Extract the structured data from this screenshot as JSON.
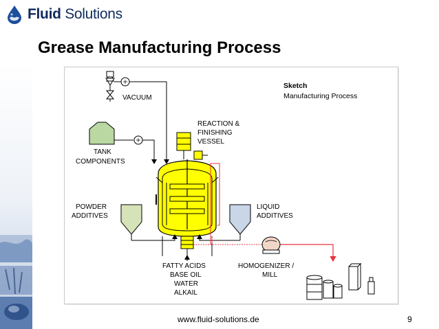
{
  "brand": {
    "name_bold": "Fluid",
    "name_light": " Solutions",
    "logo_icon": "water-drop-icon",
    "color": "#0f2a5c"
  },
  "title": "Grease Manufacturing Process",
  "diagram": {
    "sketch_title": "Sketch",
    "sketch_subtitle": "Manufacturing Process",
    "vacuum": "VACUUM",
    "reactor_line1": "REACTION &",
    "reactor_line2": "FINISHING",
    "reactor_line3": "VESSEL",
    "tank_line1": "TANK",
    "tank_line2": "COMPONENTS",
    "powder_line1": "POWDER",
    "powder_line2": "ADDITIVES",
    "liquid_line1": "LIQUID",
    "liquid_line2": "ADDITIVES",
    "feed_line1": "FATTY ACIDS",
    "feed_line2": "BASE OIL",
    "feed_line3": "WATER",
    "feed_line4": "ALKAIL",
    "homogenizer_line1": "HOMOGENIZER /",
    "homogenizer_line2": "MILL",
    "vessel_color": "#ffff00",
    "hopper_color_powder": "#d6e3b8",
    "hopper_color_liquid": "#c9d6e8",
    "tank_color": "#b9d8a2",
    "product_line_color": "#e8323c"
  },
  "footer": {
    "url": "www.fluid-solutions.de",
    "page": "9"
  }
}
